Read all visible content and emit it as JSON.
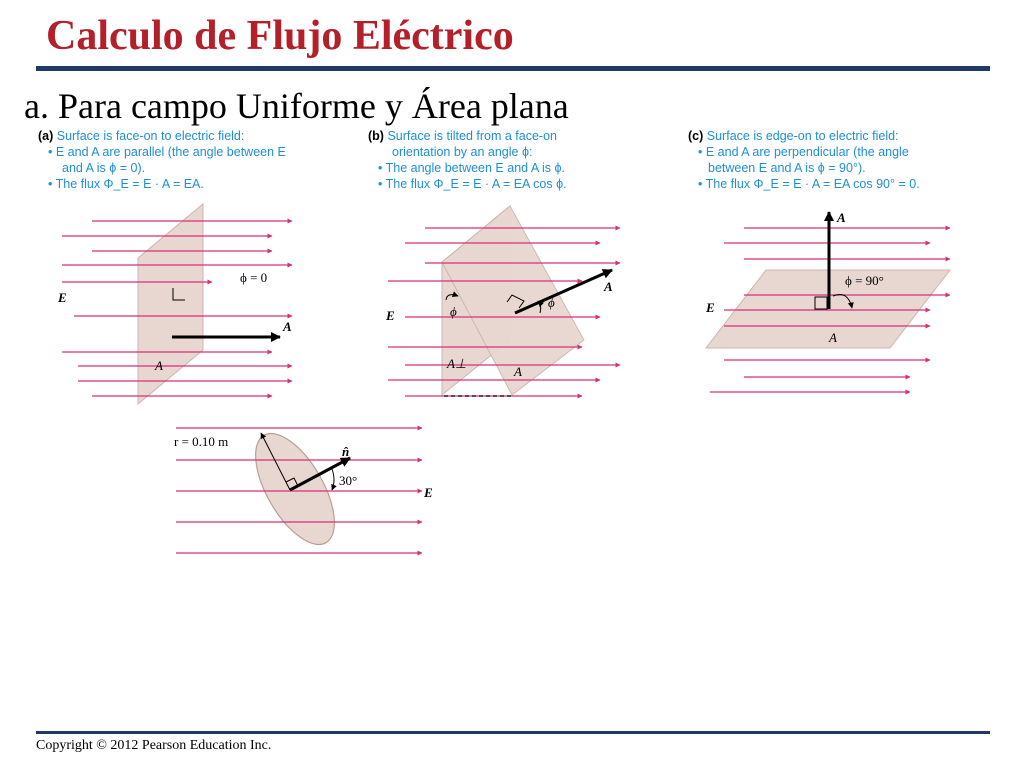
{
  "title": "Calculo de Flujo Eléctrico",
  "subtitle": "a. Para campo Uniforme y Área plana",
  "copyright": "Copyright © 2012 Pearson Education Inc.",
  "colors": {
    "title": "#b3202a",
    "rule": "#1f3b64",
    "field_line": "#d6317a",
    "caption": "#1e8fd6",
    "surface": "#e8d6d0"
  },
  "panels": {
    "a": {
      "letter": "(a)",
      "line1": "Surface is face-on to electric field:",
      "line2": "• E and A are parallel (the angle between E",
      "line3": "and A is ϕ = 0).",
      "line4": "• The flux Φ_E = E · A = EA.",
      "phi_label": "ϕ = 0",
      "field_label": "E",
      "vector_label": "A",
      "area_label": "A"
    },
    "b": {
      "letter": "(b)",
      "line1": "Surface is tilted from a face-on",
      "line2": "orientation by an angle ϕ:",
      "line3": "• The angle between E and A is ϕ.",
      "line4": "• The flux Φ_E = E · A = EA cos ϕ.",
      "field_label": "E",
      "vector_label": "A",
      "phi_label": "ϕ",
      "phi_label_2": "ϕ",
      "area_label": "A",
      "perp_area_label": "A⊥"
    },
    "c": {
      "letter": "(c)",
      "line1": "Surface is edge-on to electric field:",
      "line2": "• E and A are perpendicular (the angle",
      "line3": "between E and A is ϕ = 90°).",
      "line4": "• The flux Φ_E = E · A = EA cos 90° = 0.",
      "field_label": "E",
      "vector_label": "A",
      "phi_label": "ϕ = 90°",
      "area_label": "A"
    },
    "d": {
      "radius_label": "r = 0.10 m",
      "normal_label": "n̂",
      "angle_label": "30°",
      "field_label": "E"
    }
  }
}
